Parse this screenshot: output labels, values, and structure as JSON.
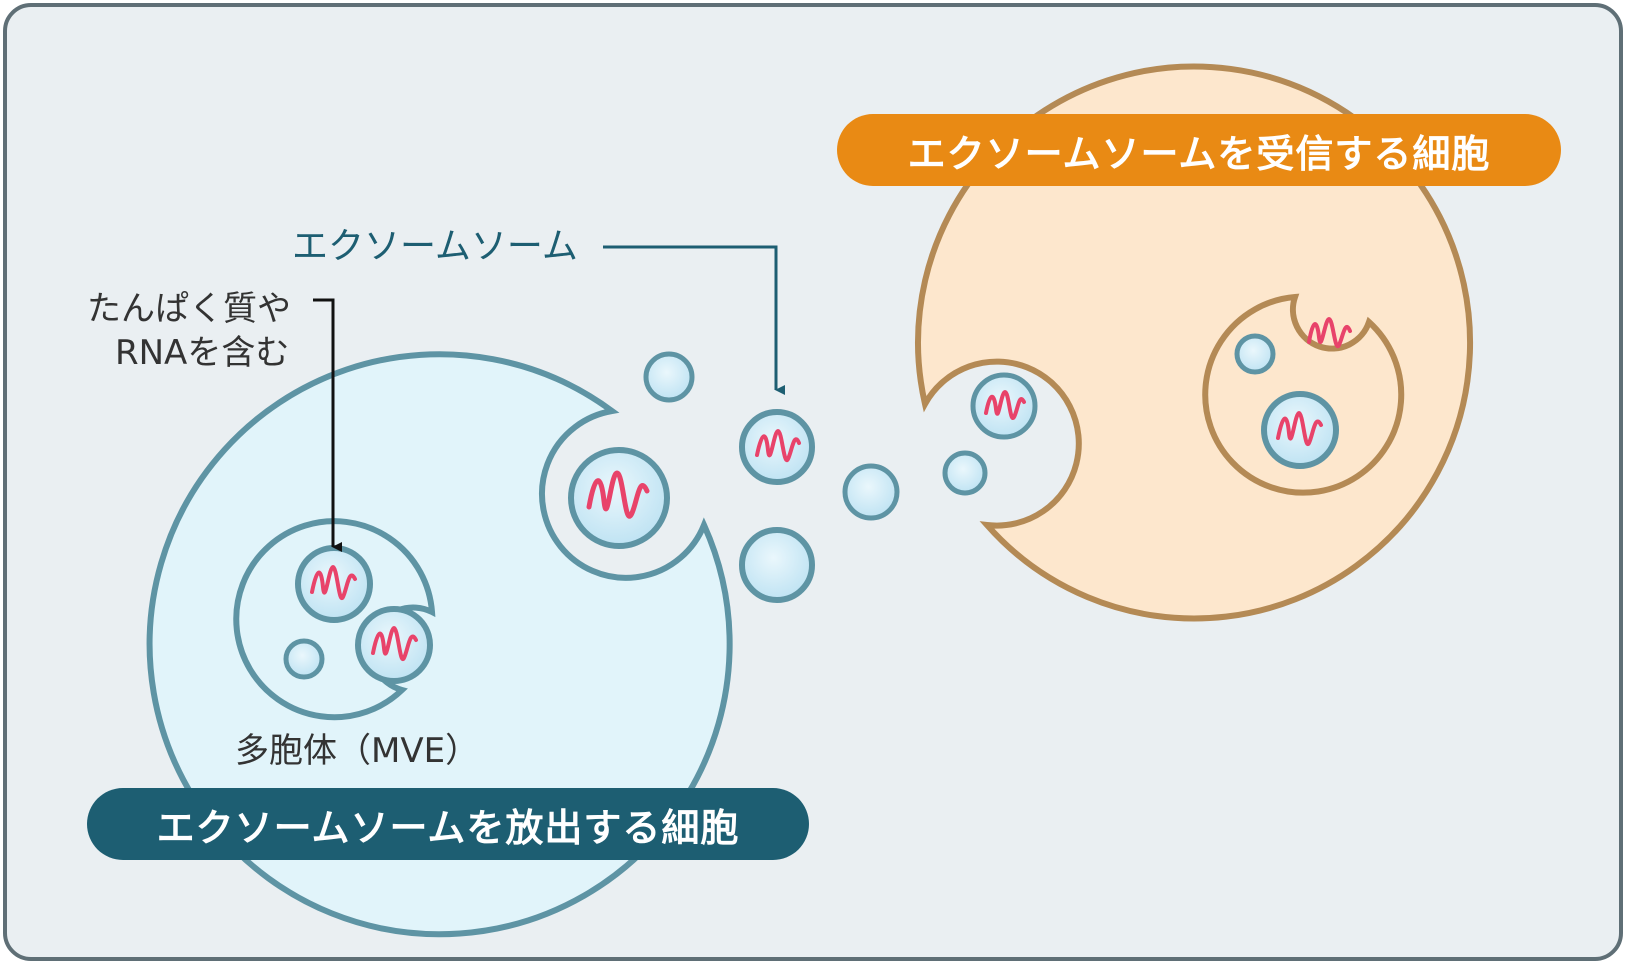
{
  "labels": {
    "receiving_cell": "エクソームソームを受信する細胞",
    "releasing_cell": "エクソームソームを放出する細胞",
    "exosome": "エクソームソーム",
    "contents_line1": "たんぱく質や",
    "contents_line2": "RNAを含む",
    "mve": "多胞体（MVE）"
  },
  "colors": {
    "background": "#eaeff2",
    "frame_border": "#5f6f76",
    "releasing_cell_fill": "#e1f4fa",
    "releasing_cell_stroke": "#5e94a4",
    "receiving_cell_fill": "#fde7cd",
    "receiving_cell_stroke": "#b48a55",
    "vesicle_fill": "#cfeaf6",
    "rna_wave": "#e8436a",
    "receive_pill": "#e98a14",
    "release_pill": "#1d5e72",
    "exosome_label": "#1d5e72"
  }
}
